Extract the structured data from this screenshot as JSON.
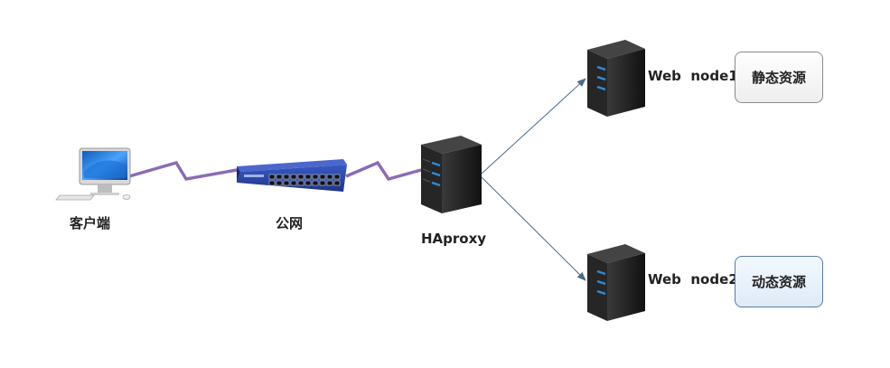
{
  "nodes": {
    "client": {
      "label": "客户端"
    },
    "public_net": {
      "label": "公网"
    },
    "haproxy": {
      "label": "HAproxy"
    },
    "web_node1": {
      "label": "Web  node1"
    },
    "web_node2": {
      "label": "Web  node2"
    }
  },
  "resources": {
    "static": {
      "label": "静态资源"
    },
    "dynamic": {
      "label": "动态资源"
    }
  },
  "colors": {
    "wan_link": "#8a6bb4",
    "arrow": "#4a6a8a",
    "server_body": "#1e1e1e",
    "server_led": "#2f8bd6",
    "switch_body": "#2c46a0"
  }
}
